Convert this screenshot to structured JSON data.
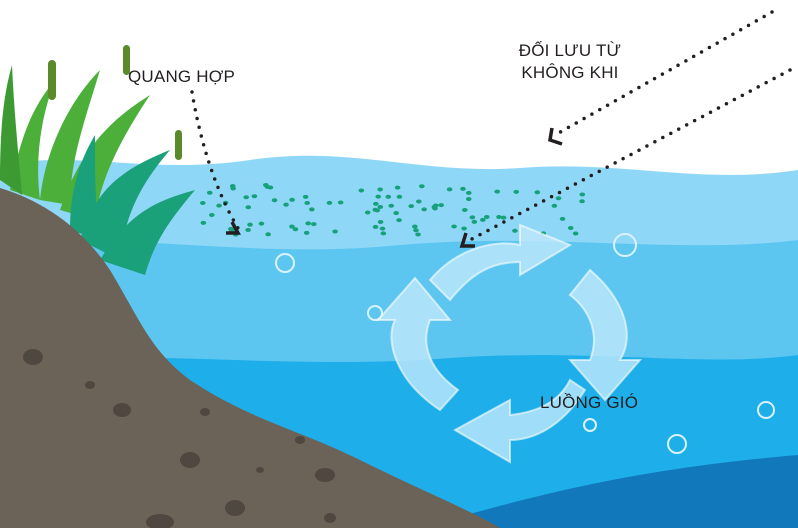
{
  "labels": {
    "photosynthesis": "QUANG HỢP",
    "air_diffusion_line1": "ĐỐI LƯU TỪ",
    "air_diffusion_line2": "KHÔNG KHI",
    "wind_current": "LUỒNG GIÓ"
  },
  "colors": {
    "water_surface": "#8fd7f7",
    "water_mid": "#5cc6f1",
    "water_deep": "#1eaee9",
    "water_deepest": "#1078bb",
    "soil": "#6b6358",
    "grass_light": "#4caf3a",
    "grass_teal": "#1aa17a",
    "algae": "#17a17a",
    "circulation_arrow": "#bfe8fb"
  }
}
